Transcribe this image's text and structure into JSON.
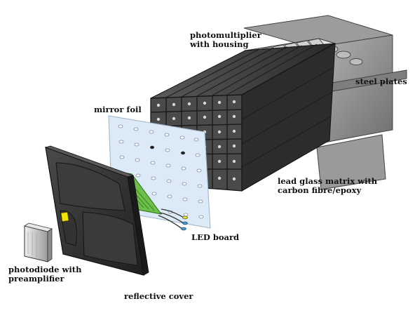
{
  "labels": {
    "photomultiplier_line1": "photomultiplier",
    "photomultiplier_line2": "with housing",
    "steel_plates": "steel plates",
    "mirror_foil": "mirror foil",
    "lead_glass_line1": "lead glass matrix with",
    "lead_glass_line2": "carbon fibre/epoxy",
    "led_board": "LED board",
    "photodiode_line1": "photodiode with",
    "photodiode_line2": "preamplifier",
    "reflective_cover": "reflective cover"
  },
  "colors": {
    "block_dark": "#3a3a3a",
    "block_face": "#5a5a5a",
    "steel": "#8a8a8a",
    "mirror": "#dce9f6",
    "led_board": "#6cc04a",
    "cover": "#2e2e2e",
    "cover_window": "#f2e600"
  }
}
